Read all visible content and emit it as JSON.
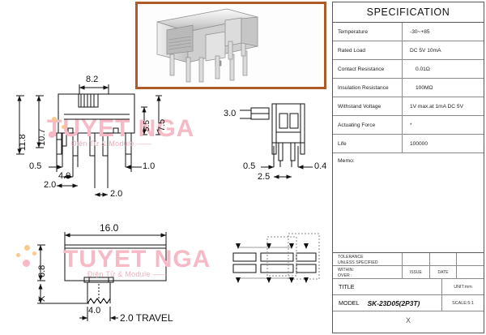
{
  "document": {
    "type": "component-datasheet-drawing",
    "model": "SK-23D05(2P3T)",
    "unit": "UNIT:mm",
    "scale": "SCALE:5:1"
  },
  "spec_table": {
    "title": "SPECIFICATION",
    "rows": [
      {
        "key": "Temperature",
        "value": "-30~+85"
      },
      {
        "key": "Rated Load",
        "value": "DC 5V 10mA"
      },
      {
        "key": "Contact Resistance",
        "value": "0.01Ω"
      },
      {
        "key": "Insulation Resistance",
        "value": "100MΩ"
      },
      {
        "key": "Withstand Voltage",
        "value": "1V max.at 1mA DC 5V"
      },
      {
        "key": "Actuating Force",
        "value": "*"
      },
      {
        "key": "Life",
        "value": "100000"
      }
    ],
    "memo_label": "Memo:"
  },
  "title_block": {
    "tolerance_line1": "TOLERANCE",
    "tolerance_line2": "UNLESS SPECIFIED",
    "within_label": "WITHIN:",
    "over_label": "OVER  :",
    "issue_label": "ISSUE",
    "date_label": "DATE",
    "title_label": "TITLE",
    "title_value": "",
    "model_label": "MODEL",
    "model_value": "SK-23D05(2P3T)",
    "unit_label": "UNIT:mm",
    "scale_label": "SCALE:5:1",
    "footer_mark": "X"
  },
  "front_view": {
    "name": "front-elevation",
    "dimensions": {
      "top_width": "8.2",
      "overall_height": "11.8",
      "body_height": "10.7",
      "right_height": "7.5",
      "inner_height": "5.5",
      "left_pin_offset": "0.5",
      "pin_pitch_a": "4.0",
      "pin_width": "2.0",
      "right_offset": "1.0",
      "pin_pitch_b": "2.0"
    }
  },
  "side_view": {
    "name": "side-elevation",
    "dimensions": {
      "depth": "3.0",
      "left_offset": "0.5",
      "pitch": "2.5",
      "pin_thickness": "0.4"
    }
  },
  "bottom_view": {
    "name": "plan-view",
    "dimensions": {
      "length": "16.0",
      "width": "6.8",
      "actuator_mark": "X",
      "actuator_width": "4.0",
      "travel": "2.0 TRAVEL"
    }
  },
  "pcb_layout": {
    "name": "pcb-footprint",
    "pad_rows": 2,
    "pad_columns": 4
  },
  "watermark": {
    "brand": "TUYET NGA",
    "tagline": "Điện Tử & Module ——",
    "color": "#f7b9c6"
  },
  "colors": {
    "photo_border": "#b05a28",
    "line": "#1a1a1a",
    "table_line": "#5a5a5a",
    "watermark": "#f7b9c6"
  }
}
